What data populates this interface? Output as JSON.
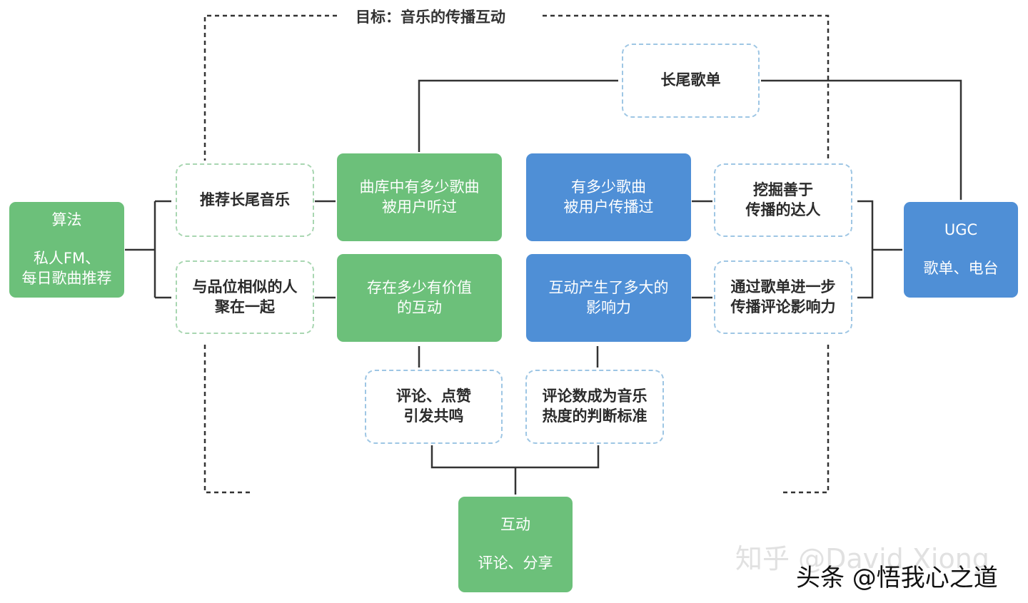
{
  "title": "目标：音乐的传播互动",
  "nodes": {
    "algo": {
      "title": "算法",
      "line1": "私人FM、",
      "line2": "每日歌曲推荐"
    },
    "recommend_long_tail": {
      "line1": "推荐长尾音乐"
    },
    "similar_taste": {
      "line1": "与品位相似的人",
      "line2": "聚在一起"
    },
    "songs_heard": {
      "line1": "曲库中有多少歌曲",
      "line2": "被用户听过"
    },
    "valuable_interaction": {
      "line1": "存在多少有价值",
      "line2": "的互动"
    },
    "songs_spread": {
      "line1": "有多少歌曲",
      "line2": "被用户传播过"
    },
    "interaction_impact": {
      "line1": "互动产生了多大的",
      "line2": "影响力"
    },
    "long_tail_playlist": {
      "line1": "长尾歌单"
    },
    "dig_experts": {
      "line1": "挖掘善于",
      "line2": "传播的达人"
    },
    "playlist_spread": {
      "line1": "通过歌单进一步",
      "line2": "传播评论影响力"
    },
    "ugc": {
      "title": "UGC",
      "line1": "歌单、电台"
    },
    "comments_likes": {
      "line1": "评论、点赞",
      "line2": "引发共鸣"
    },
    "comment_count": {
      "line1": "评论数成为音乐",
      "line2": "热度的判断标准"
    },
    "interaction": {
      "title": "互动",
      "line1": "评论、分享"
    }
  },
  "watermarks": {
    "zhihu": "知乎 @David Xiong",
    "toutiao": "头条 @悟我心之道"
  },
  "colors": {
    "green": "#6cc07a",
    "blue": "#4f8fd6",
    "dashed_blue": "#9ec6e4",
    "dashed_green": "#a8d6b1",
    "line": "#333333"
  }
}
